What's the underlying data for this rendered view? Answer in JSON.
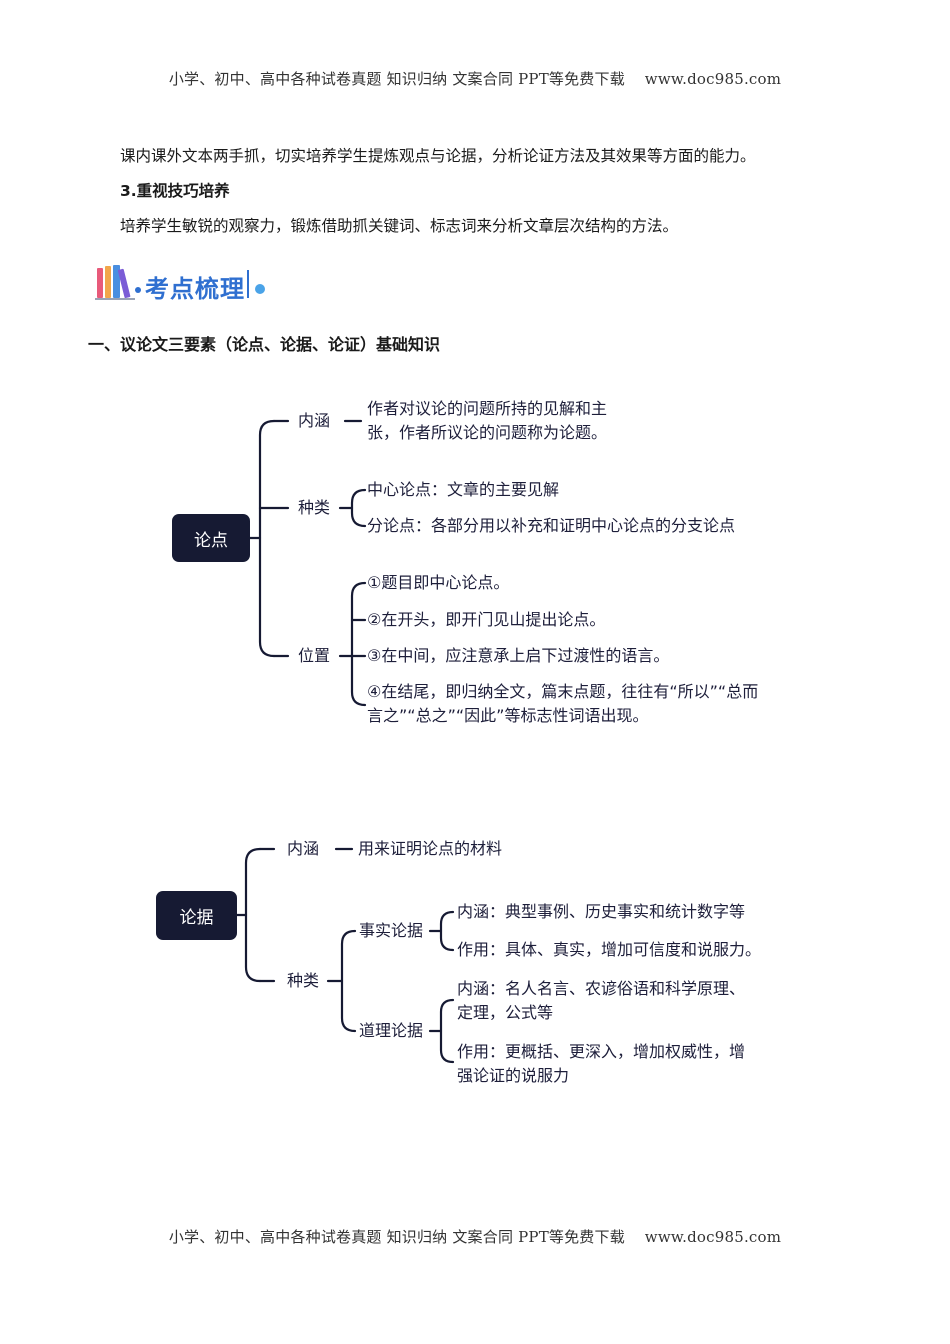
{
  "header": {
    "text": "小学、初中、高中各种试卷真题 知识归纳 文案合同 PPT等免费下载    www.doc985.com"
  },
  "footer": {
    "text": "小学、初中、高中各种试卷真题 知识归纳 文案合同 PPT等免费下载    www.doc985.com"
  },
  "body": {
    "para1": "课内课外文本两手抓，切实培养学生提炼观点与论据，分析论证方法及其效果等方面的能力。",
    "heading3": "3.重视技巧培养",
    "para2": "培养学生敏锐的观察力，锻炼借助抓关键词、标志词来分析文章层次结构的方法。"
  },
  "banner": {
    "label": "考点梳理"
  },
  "section1": {
    "title": "一、议论文三要素（论点、论据、论证）基础知识"
  },
  "mindmap1": {
    "root": "论点",
    "neihan": {
      "label": "内涵",
      "lines": [
        "作者对议论的问题所持的见解和主",
        "张，作者所议论的问题称为论题。"
      ]
    },
    "zhonglei": {
      "label": "种类",
      "items": [
        "中心论点：文章的主要见解",
        "分论点：各部分用以补充和证明中心论点的分支论点"
      ]
    },
    "weizhi": {
      "label": "位置",
      "items": [
        [
          "①题目即中心论点。"
        ],
        [
          "②在开头，即开门见山提出论点。"
        ],
        [
          "③在中间，应注意承上启下过渡性的语言。"
        ],
        [
          "④在结尾，即归纳全文，篇末点题，往往有“所以”“总而",
          "言之”“总之”“因此”等标志性词语出现。"
        ]
      ]
    }
  },
  "mindmap2": {
    "root": "论据",
    "neihan": {
      "label": "内涵",
      "text": "用来证明论点的材料"
    },
    "zhonglei": {
      "label": "种类",
      "shishi": {
        "label": "事实论据",
        "items": [
          [
            "内涵：典型事例、历史事实和统计数字等"
          ],
          [
            "作用：具体、真实，增加可信度和说服力。"
          ]
        ]
      },
      "daoli": {
        "label": "道理论据",
        "items": [
          [
            "内涵：名人名言、农谚俗语和科学原理、",
            "定理，公式等"
          ],
          [
            "作用：更概括、更深入，增加权威性，增",
            "强论证的说服力"
          ]
        ]
      }
    }
  }
}
